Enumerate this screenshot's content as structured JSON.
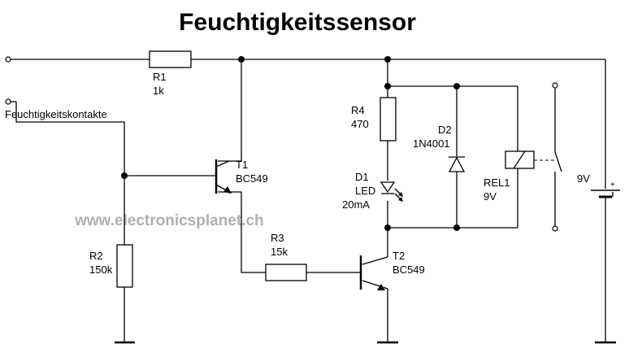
{
  "title": "Feuchtigkeitssensor",
  "input_label": "Feuchtigkeitskontakte",
  "watermark": "www.electronicsplanet.ch",
  "components": {
    "r1": {
      "ref": "R1",
      "value": "1k"
    },
    "r2": {
      "ref": "R2",
      "value": "150k"
    },
    "r3": {
      "ref": "R3",
      "value": "15k"
    },
    "r4": {
      "ref": "R4",
      "value": "470"
    },
    "t1": {
      "ref": "T1",
      "value": "BC549"
    },
    "t2": {
      "ref": "T2",
      "value": "BC549"
    },
    "d1": {
      "ref": "D1",
      "line2": "LED",
      "line3": "20mA"
    },
    "d2": {
      "ref": "D2",
      "value": "1N4001"
    },
    "rel1": {
      "ref": "REL1",
      "value": "9V"
    },
    "battery": {
      "value": "9V",
      "plus": "+"
    }
  }
}
